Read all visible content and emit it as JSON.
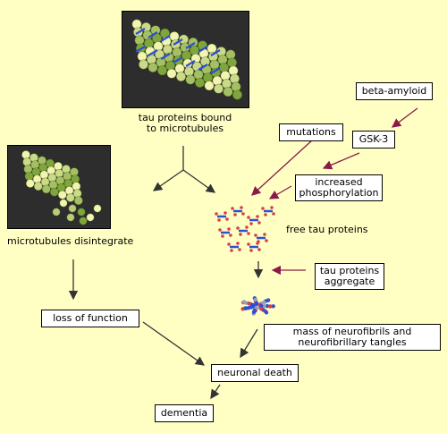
{
  "nodes": {
    "beta_amyloid": "beta-amyloid",
    "gsk3": "GSK-3",
    "mutations": "mutations",
    "increased_phosphorylation": "increased\nphosphorylation",
    "tau_bound": "tau proteins bound\nto microtubules",
    "microtubules_disintegrate": "microtubules disintegrate",
    "free_tau": "free tau proteins",
    "tau_aggregate": "tau proteins\naggregate",
    "mass_neurofibrils": "mass of neurofibrils and\nneurofibrillary tangles",
    "loss_of_function": "loss of function",
    "neuronal_death": "neuronal death",
    "dementia": "dementia"
  },
  "colors": {
    "background": "#ffffc4",
    "regulator_arrow": "#8b1a4a",
    "pathway_arrow": "#333333",
    "tubulin_light": "#f2f4b0",
    "tubulin_dark": "#7ea63c",
    "tau_blue": "#2b4fd6"
  }
}
